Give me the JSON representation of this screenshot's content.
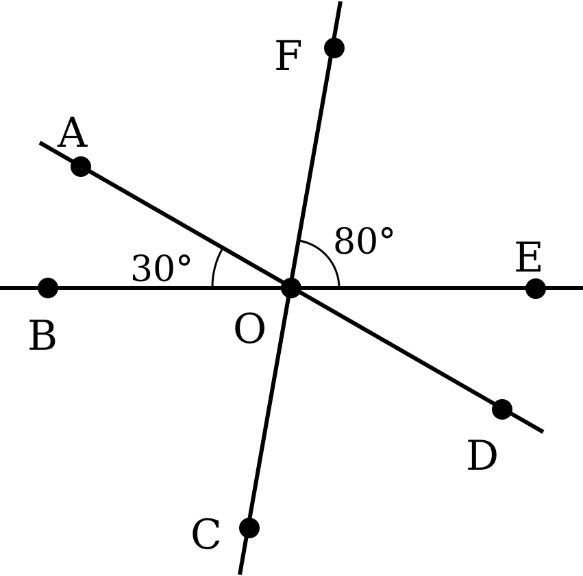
{
  "points": {
    "A": "A",
    "B": "B",
    "C": "C",
    "D": "D",
    "E": "E",
    "F": "F",
    "O": "O"
  },
  "angles": {
    "BOA": "30°",
    "EOF": "80°"
  },
  "colors": {
    "ink": "#000000"
  }
}
